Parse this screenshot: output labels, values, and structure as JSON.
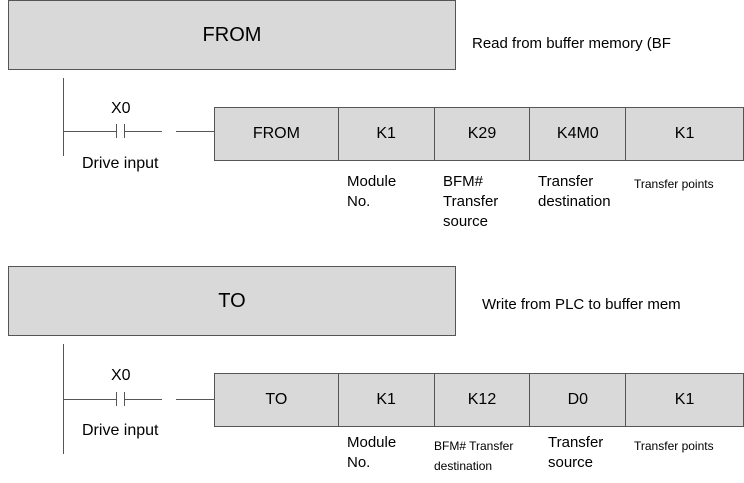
{
  "from_block": {
    "header": "FROM",
    "description": "Read from buffer memory (BF",
    "contact": "X0",
    "drive_label": "Drive input",
    "cells": [
      "FROM",
      "K1",
      "K29",
      "K4M0",
      "K1"
    ],
    "operand_labels": [
      {
        "lines": [
          "Module",
          "No."
        ]
      },
      {
        "lines": [
          "BFM#",
          "Transfer",
          "source"
        ]
      },
      {
        "lines": [
          "Transfer",
          "destination"
        ]
      },
      {
        "lines": [
          "Transfer points"
        ]
      }
    ]
  },
  "to_block": {
    "header": "TO",
    "description": "Write from PLC to buffer mem",
    "contact": "X0",
    "drive_label": "Drive input",
    "cells": [
      "TO",
      "K1",
      "K12",
      "D0",
      "K1"
    ],
    "operand_labels": [
      {
        "lines": [
          "Module",
          "No."
        ]
      },
      {
        "lines": [
          "BFM# Transfer",
          "destination"
        ]
      },
      {
        "lines": [
          "Transfer",
          "source"
        ]
      },
      {
        "lines": [
          "Transfer points"
        ]
      }
    ]
  }
}
